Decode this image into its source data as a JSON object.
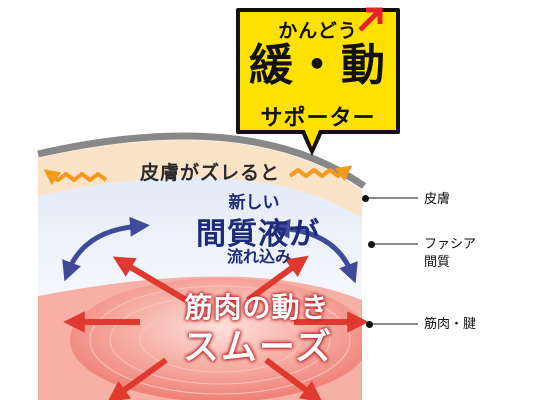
{
  "callout": {
    "line1": "かんどう",
    "line2": "緩・動",
    "line3": "サポーター",
    "bg_color": "#ffe100",
    "accent_color": "#e8202a",
    "icon": "check-arrow-icon"
  },
  "diagram": {
    "skin_text": "皮膚がズレると",
    "fluid_line1": "新しい",
    "fluid_line2": "間質液が",
    "fluid_line3": "流れ込み",
    "muscle_line1": "筋肉の動き",
    "muscle_line2": "スムーズ",
    "skin_color": "#fbe3c8",
    "fluid_color": "#d9e4f5",
    "muscle_color": "#f2988e",
    "zigzag_color": "#f29a1e",
    "fluid_arrow_color": "#3f4a9a",
    "muscle_arrow_color": "#e03a30"
  },
  "labels": {
    "skin": "皮膚",
    "fascia_line1": "ファシア",
    "fascia_line2": "間質",
    "muscle": "筋肉・腱"
  }
}
